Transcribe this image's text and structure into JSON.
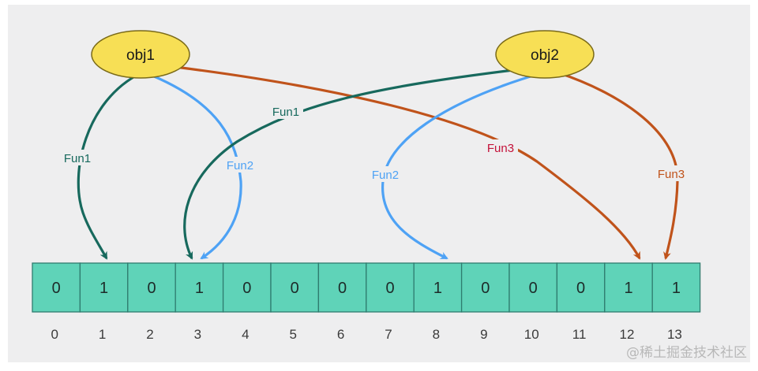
{
  "colors": {
    "background": "#eeeeef",
    "cell_fill": "#5fd3b8",
    "cell_stroke": "#2f7c6f",
    "node_fill": "#f7df55",
    "node_stroke": "#7a6a18",
    "fun1_color": "#17695d",
    "fun2_color": "#4ea2f5",
    "fun3_color": "#c0531b",
    "fun3_label_obj1_color": "#c4123a"
  },
  "nodes": [
    {
      "id": "obj1",
      "label": "obj1"
    },
    {
      "id": "obj2",
      "label": "obj2"
    }
  ],
  "bit_array": {
    "values": [
      "0",
      "1",
      "0",
      "1",
      "0",
      "0",
      "0",
      "0",
      "1",
      "0",
      "0",
      "0",
      "1",
      "1"
    ],
    "indices": [
      "0",
      "1",
      "2",
      "3",
      "4",
      "5",
      "6",
      "7",
      "8",
      "9",
      "10",
      "11",
      "12",
      "13"
    ]
  },
  "arrows": [
    {
      "from": "obj1",
      "label": "Fun1",
      "target_index": 1,
      "color_key": "fun1_color"
    },
    {
      "from": "obj1",
      "label": "Fun2",
      "target_index": 3,
      "color_key": "fun2_color"
    },
    {
      "from": "obj1",
      "label": "Fun3",
      "target_index": 12,
      "color_key": "fun3_color",
      "label_color_key": "fun3_label_obj1_color"
    },
    {
      "from": "obj2",
      "label": "Fun1",
      "target_index": 3,
      "color_key": "fun1_color"
    },
    {
      "from": "obj2",
      "label": "Fun2",
      "target_index": 8,
      "color_key": "fun2_color"
    },
    {
      "from": "obj2",
      "label": "Fun3",
      "target_index": 13,
      "color_key": "fun3_color"
    }
  ],
  "watermark": "@稀土掘金技术社区"
}
